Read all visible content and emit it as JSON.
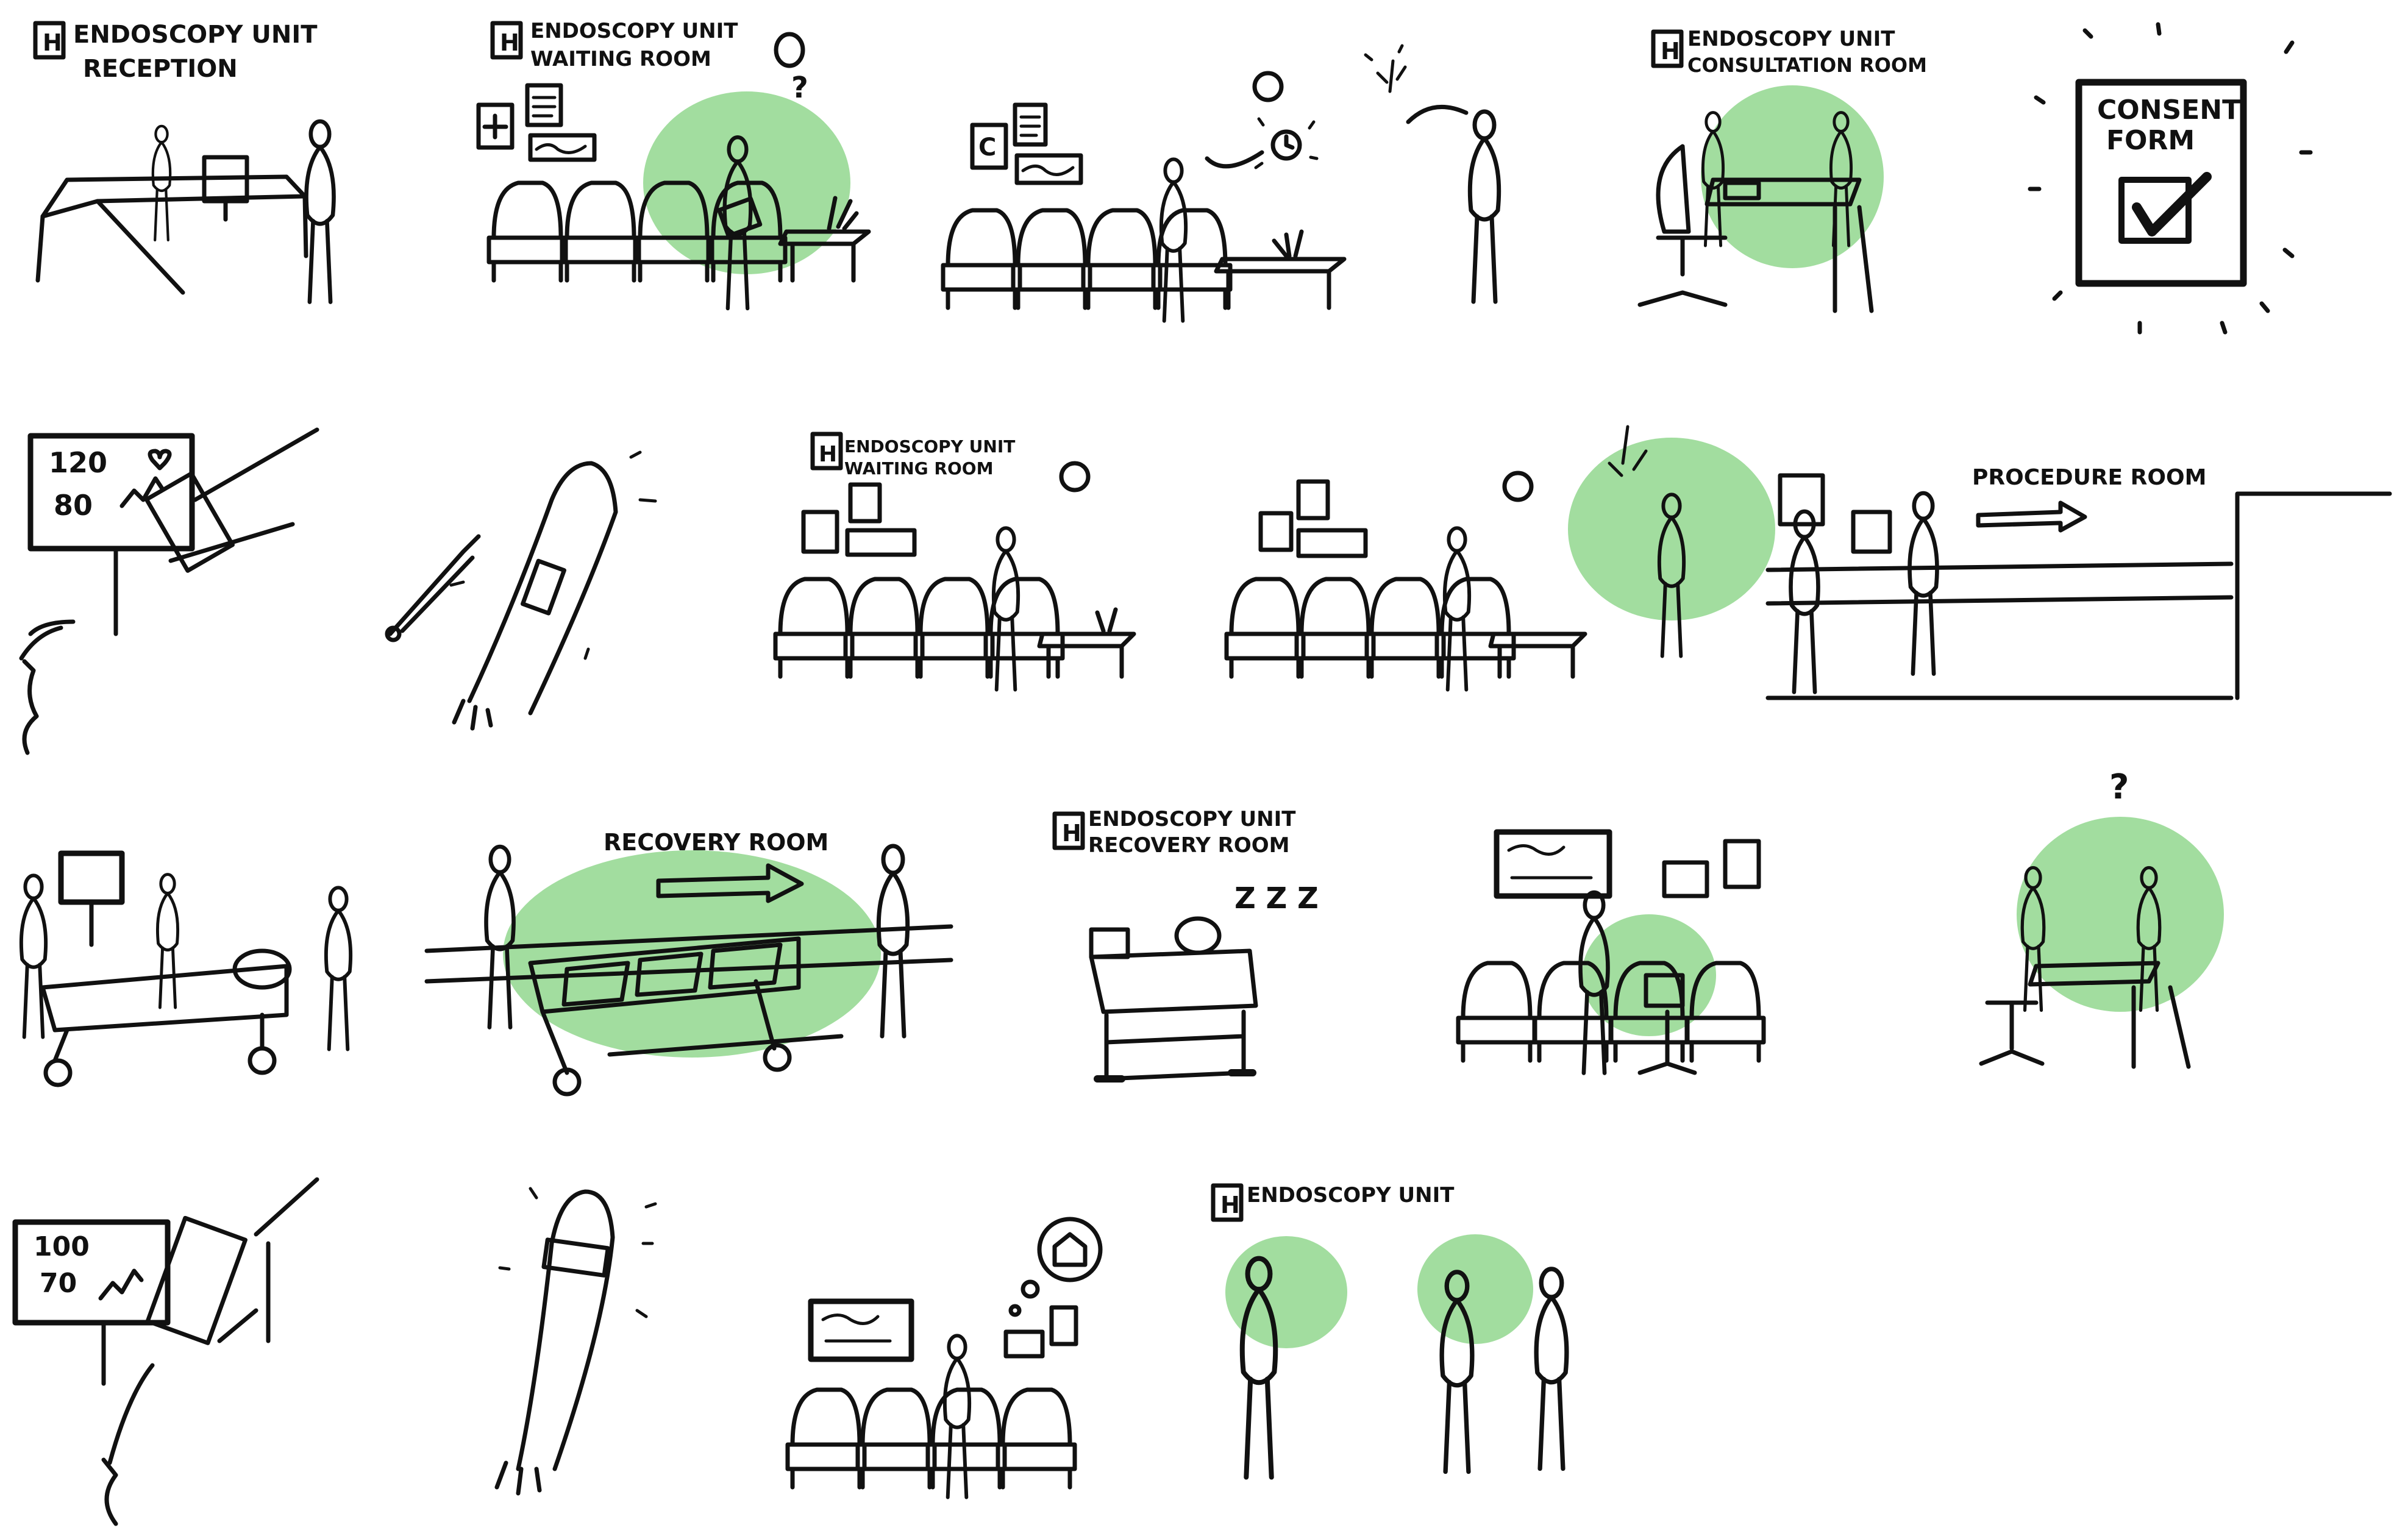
{
  "colors": {
    "ink": "#111111",
    "highlight": "#7ed07a",
    "background": "#ffffff"
  },
  "panels": {
    "p1": {
      "sign_letter": "H",
      "line1": "ENDOSCOPY UNIT",
      "line2": "RECEPTION"
    },
    "p2": {
      "sign_letter": "H",
      "line1": "ENDOSCOPY UNIT",
      "line2": "WAITING ROOM",
      "thought": "?"
    },
    "p4": {
      "sign_letter": "H",
      "line1": "ENDOSCOPY UNIT",
      "line2": "CONSULTATION ROOM"
    },
    "p5": {
      "line1": "CONSENT",
      "line2": "FORM"
    },
    "p6": {
      "line1": "120",
      "line2": "80"
    },
    "p8": {
      "sign_letter": "H",
      "line1": "ENDOSCOPY UNIT",
      "line2": "WAITING ROOM"
    },
    "p10": {
      "label": "PROCEDURE ROOM"
    },
    "p12": {
      "label": "RECOVERY ROOM"
    },
    "p13": {
      "sign_letter": "H",
      "line1": "ENDOSCOPY UNIT",
      "line2": "RECOVERY ROOM",
      "sleep": "Z Z Z"
    },
    "p15": {
      "thought": "?"
    },
    "p16": {
      "line1": "100",
      "line2": "70"
    },
    "p19": {
      "sign_letter": "H",
      "line1": "ENDOSCOPY UNIT"
    }
  }
}
